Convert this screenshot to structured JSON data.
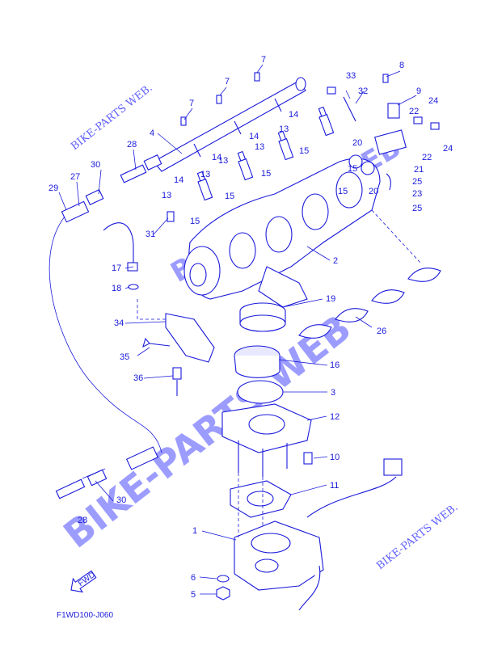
{
  "diagram": {
    "code": "F1WD100-J060",
    "fwd_label": "FWD",
    "watermark_main": "BIKE-PARTS WEB",
    "watermark_small": "BIKE-PARTS WEB.",
    "callouts": [
      {
        "text": "1"
      },
      {
        "text": "2"
      },
      {
        "text": "3"
      },
      {
        "text": "4"
      },
      {
        "text": "5"
      },
      {
        "text": "6"
      },
      {
        "text": "7"
      },
      {
        "text": "7"
      },
      {
        "text": "7"
      },
      {
        "text": "8"
      },
      {
        "text": "9"
      },
      {
        "text": "10"
      },
      {
        "text": "11"
      },
      {
        "text": "12"
      },
      {
        "text": "13"
      },
      {
        "text": "13"
      },
      {
        "text": "13"
      },
      {
        "text": "13"
      },
      {
        "text": "13"
      },
      {
        "text": "14"
      },
      {
        "text": "14"
      },
      {
        "text": "14"
      },
      {
        "text": "14"
      },
      {
        "text": "15"
      },
      {
        "text": "15"
      },
      {
        "text": "15"
      },
      {
        "text": "15"
      },
      {
        "text": "15"
      },
      {
        "text": "15"
      },
      {
        "text": "16"
      },
      {
        "text": "17"
      },
      {
        "text": "18"
      },
      {
        "text": "19"
      },
      {
        "text": "20"
      },
      {
        "text": "20"
      },
      {
        "text": "21"
      },
      {
        "text": "22"
      },
      {
        "text": "22"
      },
      {
        "text": "23"
      },
      {
        "text": "24"
      },
      {
        "text": "24"
      },
      {
        "text": "25"
      },
      {
        "text": "25"
      },
      {
        "text": "26"
      },
      {
        "text": "27"
      },
      {
        "text": "28"
      },
      {
        "text": "28"
      },
      {
        "text": "29"
      },
      {
        "text": "30"
      },
      {
        "text": "30"
      },
      {
        "text": "31"
      },
      {
        "text": "32"
      },
      {
        "text": "33"
      },
      {
        "text": "34"
      },
      {
        "text": "35"
      },
      {
        "text": "36"
      }
    ]
  }
}
